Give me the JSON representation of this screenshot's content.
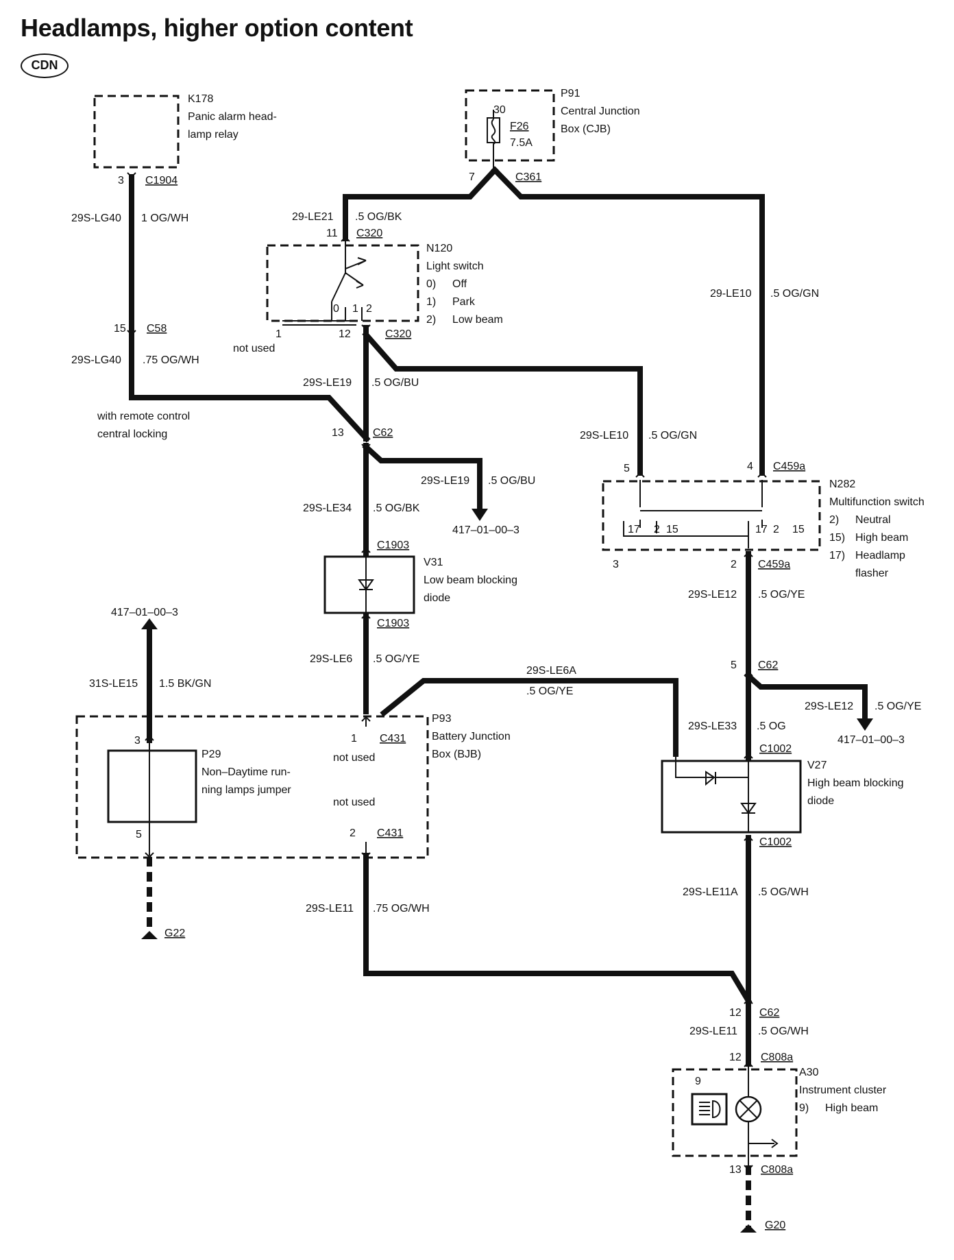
{
  "title": "Headlamps, higher option content",
  "badge": "CDN",
  "components": {
    "k178": {
      "id": "K178",
      "line1": "Panic alarm head-",
      "line2": "lamp relay"
    },
    "p91": {
      "id": "P91",
      "line1": "Central Junction",
      "line2": "Box (CJB)",
      "fuse": "F26",
      "fuse_rating": "7.5A",
      "pin": "30"
    },
    "n120": {
      "id": "N120",
      "name": "Light switch",
      "opt0_num": "0)",
      "opt0": "Off",
      "opt1_num": "1)",
      "opt1": "Park",
      "opt2_num": "2)",
      "opt2": "Low beam",
      "pos0": "0",
      "pos1": "1",
      "pos2": "2"
    },
    "n282": {
      "id": "N282",
      "name": "Multifunction switch",
      "opt1_num": "2)",
      "opt1": "Neutral",
      "opt2_num": "15)",
      "opt2": "High beam",
      "opt3_num": "17)",
      "opt3a": "Headlamp",
      "opt3b": "flasher",
      "t17a": "17",
      "t2a": "2",
      "t15a": "15",
      "t17b": "17",
      "t2b": "2",
      "t15b": "15"
    },
    "v31": {
      "id": "V31",
      "line1": "Low beam blocking",
      "line2": "diode"
    },
    "v27": {
      "id": "V27",
      "line1": "High beam blocking",
      "line2": "diode"
    },
    "p93": {
      "id": "P93",
      "line1": "Battery Junction",
      "line2": "Box (BJB)"
    },
    "p29": {
      "id": "P29",
      "line1": "Non–Daytime run-",
      "line2": "ning lamps jumper"
    },
    "a30": {
      "id": "A30",
      "line1": "Instrument cluster",
      "opt_num": "9)",
      "opt": "High beam",
      "pin": "9"
    }
  },
  "connectors": {
    "c1904": "C1904",
    "c361": "C361",
    "c320a": "C320",
    "c320b": "C320",
    "c58": "C58",
    "c62a": "C62",
    "c1903a": "C1903",
    "c1903b": "C1903",
    "c459a_top": "C459a",
    "c459a_bot": "C459a",
    "c62b": "C62",
    "c1002a": "C1002",
    "c1002b": "C1002",
    "c431a": "C431",
    "c431b": "C431",
    "c62c": "C62",
    "c808a_top": "C808a",
    "c808a_bot": "C808a",
    "g22": "G22",
    "g20": "G20"
  },
  "pins": {
    "k178_3": "3",
    "p91_7": "7",
    "n120_11": "11",
    "n120_1": "1",
    "n120_12": "12",
    "c58_15": "15",
    "c62_13": "13",
    "n282_5": "5",
    "n282_4": "4",
    "n282_3": "3",
    "n282_2": "2",
    "c62_5": "5",
    "p93_3": "3",
    "p93_1": "1",
    "p93_5": "5",
    "p93_2": "2",
    "c62_12": "12",
    "c808_12": "12",
    "c808_13": "13"
  },
  "wires": {
    "w1_id": "29S-LG40",
    "w1_spec": "1 OG/WH",
    "w2_id": "29-LE21",
    "w2_spec": ".5 OG/BK",
    "w3_id": "29-LE10",
    "w3_spec": ".5 OG/GN",
    "w4_id": "29S-LG40",
    "w4_spec": ".75 OG/WH",
    "w5_id": "29S-LE19",
    "w5_spec": ".5 OG/BU",
    "w6_id": "29S-LE10",
    "w6_spec": ".5 OG/GN",
    "w7_id": "29S-LE19",
    "w7_spec": ".5 OG/BU",
    "w8_id": "29S-LE34",
    "w8_spec": ".5 OG/BK",
    "w9_id": "29S-LE12",
    "w9_spec": ".5 OG/YE",
    "w10_id": "31S-LE15",
    "w10_spec": "1.5 BK/GN",
    "w11_id": "29S-LE6",
    "w11_spec": ".5 OG/YE",
    "w12_id": "29S-LE6A",
    "w12_spec": ".5 OG/YE",
    "w13_id": "29S-LE12",
    "w13_spec": ".5 OG/YE",
    "w14_id": "29S-LE33",
    "w14_spec": ".5 OG",
    "w15_id": "29S-LE11A",
    "w15_spec": ".5 OG/WH",
    "w16_id": "29S-LE11",
    "w16_spec": ".75 OG/WH",
    "w17_id": "29S-LE11",
    "w17_spec": ".5 OG/WH"
  },
  "notes": {
    "not_used_n120": "not used",
    "remote_line1": "with remote control",
    "remote_line2": "central locking",
    "not_used_p93a": "not used",
    "not_used_p93b": "not used"
  },
  "references": {
    "ref_le19": "417–01–00–3",
    "ref_le15": "417–01–00–3",
    "ref_le12": "417–01–00–3"
  }
}
